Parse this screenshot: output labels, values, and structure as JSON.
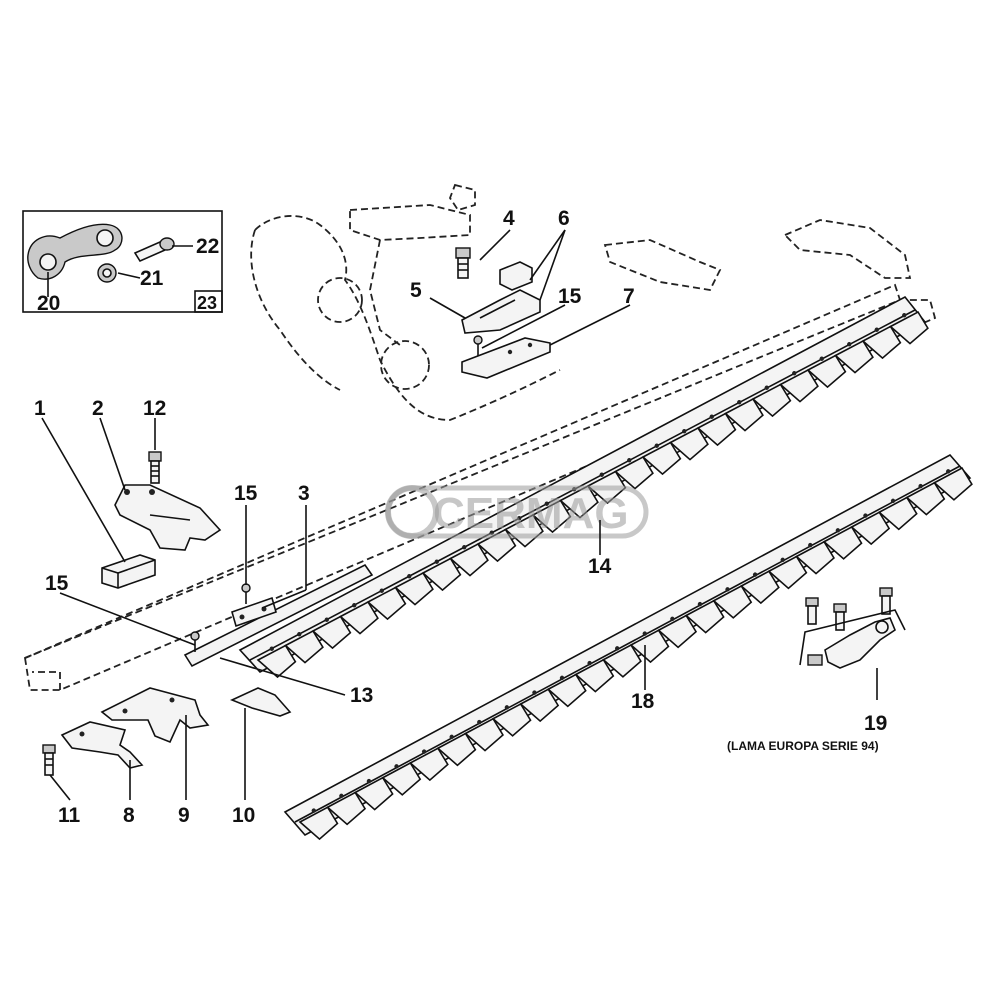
{
  "callouts": {
    "c1": "1",
    "c2": "2",
    "c3": "3",
    "c4": "4",
    "c5": "5",
    "c6": "6",
    "c7": "7",
    "c8": "8",
    "c9": "9",
    "c10": "10",
    "c11": "11",
    "c12": "12",
    "c13": "13",
    "c14": "14",
    "c15a": "15",
    "c15b": "15",
    "c15c": "15",
    "c18": "18",
    "c19": "19",
    "c20": "20",
    "c21": "21",
    "c22": "22",
    "c23": "23"
  },
  "note_19": "(LAMA EUROPA SERIE 94)",
  "watermark": {
    "text": "CERMAG",
    "color": "#9a9a9a"
  },
  "colors": {
    "line": "#111111",
    "part_fill": "#f4f4f4",
    "shade": "#c9c9c9",
    "background": "#ffffff"
  }
}
